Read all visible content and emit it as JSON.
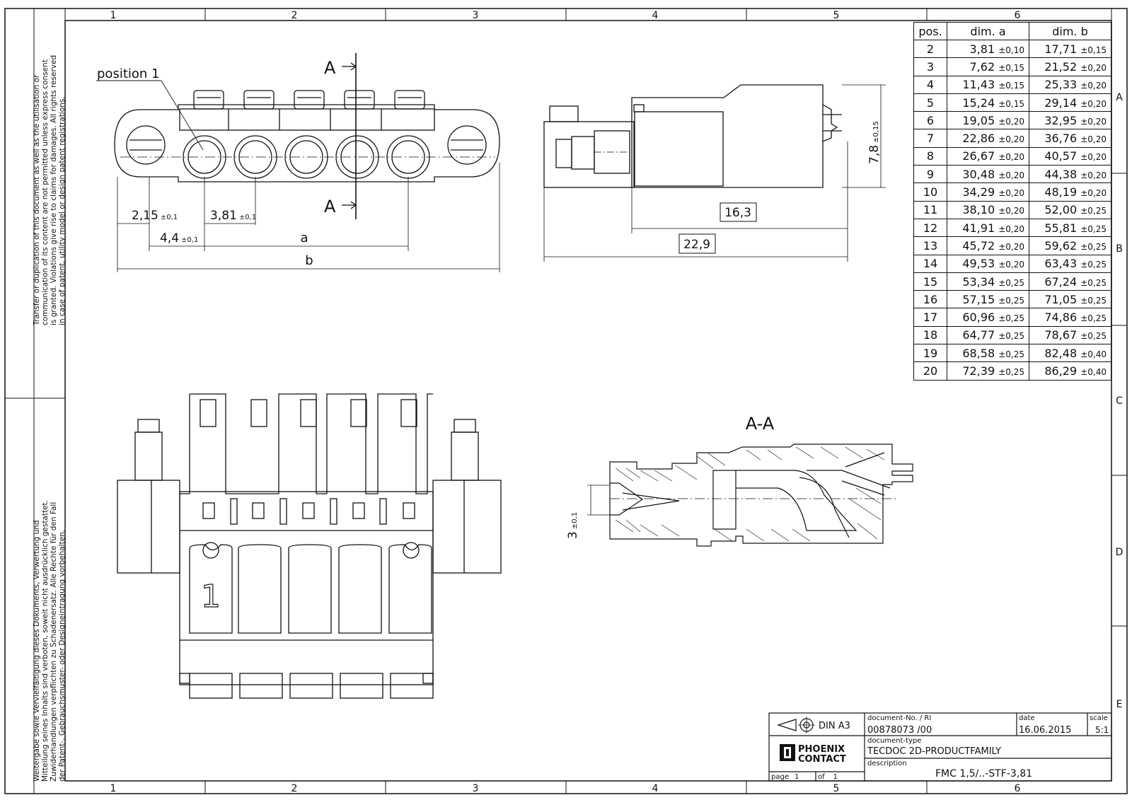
{
  "frame": {
    "columns": [
      "1",
      "2",
      "3",
      "4",
      "5",
      "6"
    ],
    "rows": [
      "A",
      "B",
      "C",
      "D",
      "E"
    ]
  },
  "side_notes": {
    "english": [
      "Transfer or duplication of this document as well as the utilisation or",
      "communication of its content are not permitted unless express consent",
      "is granted. Violations give rise to claims for damages. All rights reserved",
      "in case of patent, utility model or design patent registrations."
    ],
    "german": [
      "Weitergabe sowie Vervielfältigung dieses Dokuments, Verwertung und",
      "Mitteilung seines Inhalts sind verboten, soweit nicht ausdrücklich gestattet.",
      "Zuwiderhandlungen verpflichten zu Schadenersatz. Alle Rechte für den Fall",
      "der Patent-, Gebrauchsmuster- oder Designeintragung vorbehalten."
    ]
  },
  "front_view": {
    "position_label": "position 1",
    "section_marker": "A",
    "dims": {
      "d1": "2,15",
      "d1_tol": "±0,1",
      "d2": "3,81",
      "d2_tol": "±0,1",
      "d3": "4,4",
      "d3_tol": "±0,1",
      "a": "a",
      "b": "b"
    }
  },
  "side_view": {
    "height": "7,8",
    "height_tol": "±0,15",
    "len1": "16,3",
    "len2": "22,9"
  },
  "section_view": {
    "title": "A-A",
    "dim": "3",
    "dim_tol": "±0,1"
  },
  "iso_view": {
    "pin_mark": "1"
  },
  "dims_table": {
    "headers": [
      "pos.",
      "dim. a",
      "dim. b"
    ],
    "rows": [
      [
        "2",
        "3,81",
        "±0,10",
        "17,71",
        "±0,15"
      ],
      [
        "3",
        "7,62",
        "±0,15",
        "21,52",
        "±0,20"
      ],
      [
        "4",
        "11,43",
        "±0,15",
        "25,33",
        "±0,20"
      ],
      [
        "5",
        "15,24",
        "±0,15",
        "29,14",
        "±0,20"
      ],
      [
        "6",
        "19,05",
        "±0,20",
        "32,95",
        "±0,20"
      ],
      [
        "7",
        "22,86",
        "±0,20",
        "36,76",
        "±0,20"
      ],
      [
        "8",
        "26,67",
        "±0,20",
        "40,57",
        "±0,20"
      ],
      [
        "9",
        "30,48",
        "±0,20",
        "44,38",
        "±0,20"
      ],
      [
        "10",
        "34,29",
        "±0,20",
        "48,19",
        "±0,20"
      ],
      [
        "11",
        "38,10",
        "±0,20",
        "52,00",
        "±0,25"
      ],
      [
        "12",
        "41,91",
        "±0,20",
        "55,81",
        "±0,25"
      ],
      [
        "13",
        "45,72",
        "±0,20",
        "59,62",
        "±0,25"
      ],
      [
        "14",
        "49,53",
        "±0,20",
        "63,43",
        "±0,25"
      ],
      [
        "15",
        "53,34",
        "±0,25",
        "67,24",
        "±0,25"
      ],
      [
        "16",
        "57,15",
        "±0,25",
        "71,05",
        "±0,25"
      ],
      [
        "17",
        "60,96",
        "±0,25",
        "74,86",
        "±0,25"
      ],
      [
        "18",
        "64,77",
        "±0,25",
        "78,67",
        "±0,25"
      ],
      [
        "19",
        "68,58",
        "±0,25",
        "82,48",
        "±0,40"
      ],
      [
        "20",
        "72,39",
        "±0,25",
        "86,29",
        "±0,40"
      ]
    ]
  },
  "title_block": {
    "format": "DIN A3",
    "doc_no_label": "document-No. / RI",
    "doc_no": "00878073 /00",
    "date_label": "date",
    "date": "16.06.2015",
    "scale_label": "scale",
    "scale": "5:1",
    "doc_type_label": "document-type",
    "doc_type": "TECDOC 2D-PRODUCTFAMILY",
    "desc_label": "description",
    "description": "FMC 1,5/..-STF-3,81",
    "logo_line1": "PHOENIX",
    "logo_line2": "CONTACT",
    "page_label": "page",
    "page": "1",
    "of_label": "of",
    "of": "1"
  }
}
